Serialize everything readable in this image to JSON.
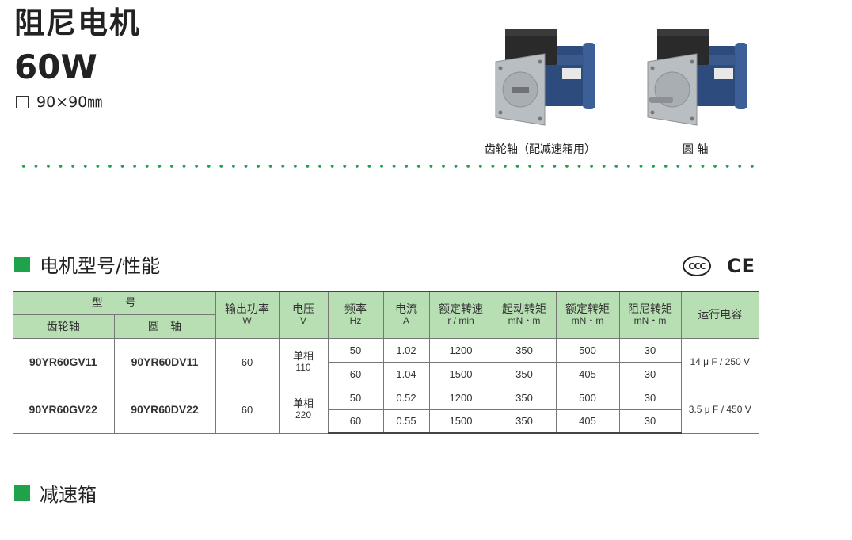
{
  "header": {
    "title": "阻尼电机",
    "power": "60W",
    "size": "90×90㎜"
  },
  "images": [
    {
      "caption": "齿轮轴（配减速箱用）"
    },
    {
      "caption": "圆 轴"
    }
  ],
  "sections": {
    "spec": "电机型号/性能",
    "gearbox": "减速箱"
  },
  "certs": {
    "ccc": "CCC",
    "ce": "CE"
  },
  "table": {
    "headers": {
      "model": "型　　号",
      "gear": "齿轮轴",
      "round": "圆　轴",
      "power": "输出功率",
      "power_unit": "W",
      "voltage": "电压",
      "voltage_unit": "V",
      "freq": "频率",
      "freq_unit": "Hz",
      "current": "电流",
      "current_unit": "A",
      "speed": "额定转速",
      "speed_unit": "r / min",
      "start_torque": "起动转矩",
      "start_torque_unit": "mN・m",
      "rated_torque": "额定转矩",
      "rated_torque_unit": "mN・m",
      "damp_torque": "阻尼转矩",
      "damp_torque_unit": "mN・m",
      "cap": "运行电容"
    },
    "groups": [
      {
        "gear_model": "90YR60GV11",
        "round_model": "90YR60DV11",
        "power": "60",
        "voltage_phase": "单相",
        "voltage": "110",
        "capacitor": "14 μ F / 250 V",
        "rows": [
          {
            "freq": "50",
            "current": "1.02",
            "speed": "1200",
            "start_torque": "350",
            "rated_torque": "500",
            "damp_torque": "30"
          },
          {
            "freq": "60",
            "current": "1.04",
            "speed": "1500",
            "start_torque": "350",
            "rated_torque": "405",
            "damp_torque": "30"
          }
        ]
      },
      {
        "gear_model": "90YR60GV22",
        "round_model": "90YR60DV22",
        "power": "60",
        "voltage_phase": "单相",
        "voltage": "220",
        "capacitor": "3.5 μ F / 450 V",
        "rows": [
          {
            "freq": "50",
            "current": "0.52",
            "speed": "1200",
            "start_torque": "350",
            "rated_torque": "500",
            "damp_torque": "30"
          },
          {
            "freq": "60",
            "current": "0.55",
            "speed": "1500",
            "start_torque": "350",
            "rated_torque": "405",
            "damp_torque": "30"
          }
        ]
      }
    ]
  }
}
